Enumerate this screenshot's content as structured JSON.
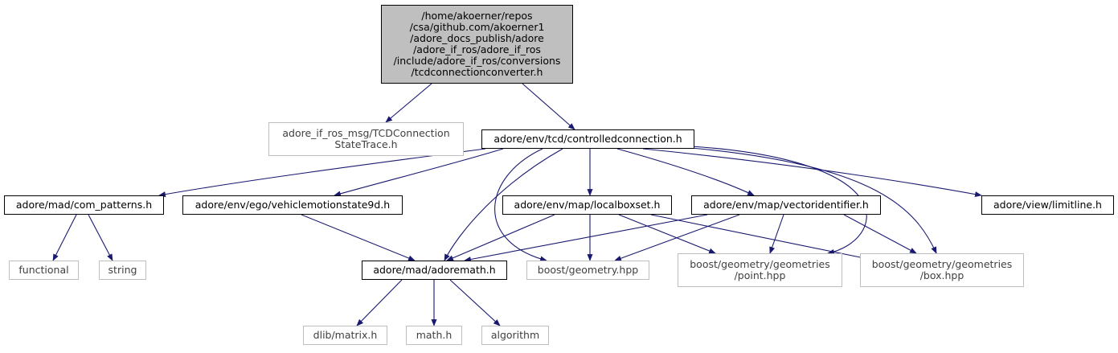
{
  "colors": {
    "edge": "#191970",
    "root_fill": "#bfbfbf",
    "internal_border": "#000000",
    "external_border": "#bfbfbf"
  },
  "nodes": [
    {
      "id": "root",
      "label": "/home/akoerner/repos\n/csa/github.com/akoerner1\n/adore_docs_publish/adore\n/adore_if_ros/adore_if_ros\n/include/adore_if_ros/conversions\n/tcdconnectionconverter.h",
      "kind": "root"
    },
    {
      "id": "tcdmsg",
      "label": "adore_if_ros_msg/TCDConnection\nStateTrace.h",
      "kind": "external"
    },
    {
      "id": "controlled",
      "label": "adore/env/tcd/controlledconnection.h",
      "kind": "internal"
    },
    {
      "id": "compatterns",
      "label": "adore/mad/com_patterns.h",
      "kind": "internal"
    },
    {
      "id": "vehicle",
      "label": "adore/env/ego/vehiclemotionstate9d.h",
      "kind": "internal"
    },
    {
      "id": "localbox",
      "label": "adore/env/map/localboxset.h",
      "kind": "internal"
    },
    {
      "id": "vectorid",
      "label": "adore/env/map/vectoridentifier.h",
      "kind": "internal"
    },
    {
      "id": "limitline",
      "label": "adore/view/limitline.h",
      "kind": "internal"
    },
    {
      "id": "functional",
      "label": "functional",
      "kind": "external"
    },
    {
      "id": "string",
      "label": "string",
      "kind": "external"
    },
    {
      "id": "adoremath",
      "label": "adore/mad/adoremath.h",
      "kind": "internal"
    },
    {
      "id": "boostgeom",
      "label": "boost/geometry.hpp",
      "kind": "external"
    },
    {
      "id": "point",
      "label": "boost/geometry/geometries\n/point.hpp",
      "kind": "external"
    },
    {
      "id": "box",
      "label": "boost/geometry/geometries\n/box.hpp",
      "kind": "external"
    },
    {
      "id": "dlib",
      "label": "dlib/matrix.h",
      "kind": "external"
    },
    {
      "id": "math",
      "label": "math.h",
      "kind": "external"
    },
    {
      "id": "algorithm",
      "label": "algorithm",
      "kind": "external"
    }
  ],
  "edges": [
    [
      "root",
      "tcdmsg"
    ],
    [
      "root",
      "controlled"
    ],
    [
      "controlled",
      "compatterns"
    ],
    [
      "controlled",
      "vehicle"
    ],
    [
      "controlled",
      "localbox"
    ],
    [
      "controlled",
      "vectorid"
    ],
    [
      "controlled",
      "limitline"
    ],
    [
      "controlled",
      "adoremath"
    ],
    [
      "controlled",
      "boostgeom"
    ],
    [
      "controlled",
      "point"
    ],
    [
      "controlled",
      "box"
    ],
    [
      "compatterns",
      "functional"
    ],
    [
      "compatterns",
      "string"
    ],
    [
      "vehicle",
      "adoremath"
    ],
    [
      "localbox",
      "adoremath"
    ],
    [
      "localbox",
      "boostgeom"
    ],
    [
      "localbox",
      "point"
    ],
    [
      "localbox",
      "box"
    ],
    [
      "vectorid",
      "adoremath"
    ],
    [
      "vectorid",
      "boostgeom"
    ],
    [
      "vectorid",
      "point"
    ],
    [
      "vectorid",
      "box"
    ],
    [
      "adoremath",
      "dlib"
    ],
    [
      "adoremath",
      "math"
    ],
    [
      "adoremath",
      "algorithm"
    ]
  ]
}
